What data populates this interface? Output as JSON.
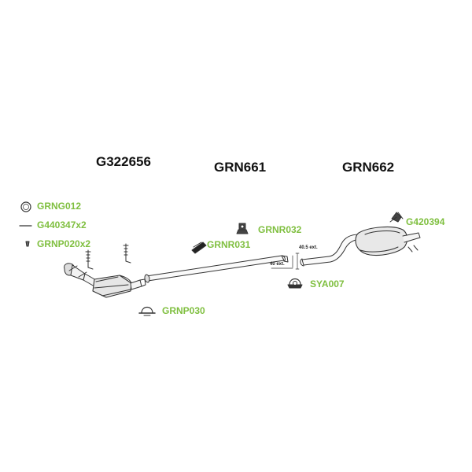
{
  "colors": {
    "accent": "#7fbf3f",
    "title": "#111111",
    "line": "#333333"
  },
  "titles": {
    "cat": "G322656",
    "mid": "GRN661",
    "rear": "GRN662"
  },
  "parts": {
    "gasket_ring": "GRNG012",
    "bolt": "G440347x2",
    "spring": "GRNP020x2",
    "clamp_low": "GRNP030",
    "hanger_mid": "GRNR031",
    "hanger_top": "GRNR032",
    "bracket_rear": "G420394",
    "clamp_rear": "SYA007"
  },
  "dimensions": {
    "outer": "40.5 ext.",
    "inner": "40 ext."
  },
  "icons": {
    "gasket_ring": "ring-icon",
    "bolt": "bolt-icon",
    "spring": "spring-icon",
    "clamp_low": "clamp-icon",
    "hanger_mid": "rubber-hanger-icon",
    "hanger_top": "hanger-icon",
    "bracket_rear": "bracket-icon",
    "clamp_rear": "clamp-icon"
  }
}
